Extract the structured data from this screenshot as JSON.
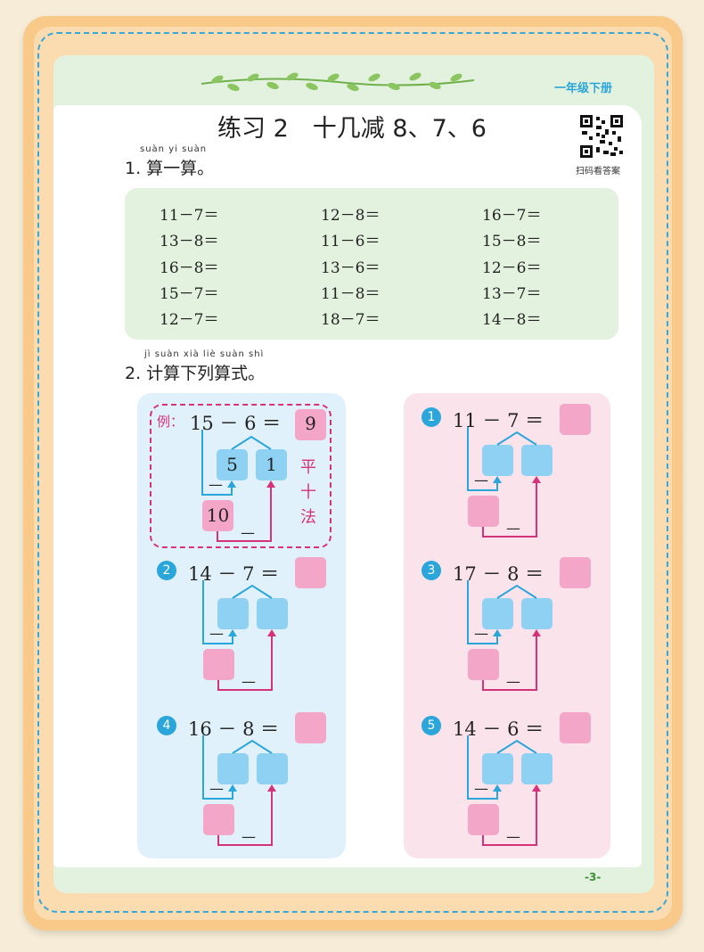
{
  "header": {
    "grade": "一年级下册",
    "title": "练习 2　十几减 8、7、6",
    "qr_label": "扫码看答案",
    "page_number": "-3-"
  },
  "section1": {
    "pinyin": "suàn  yi  suàn",
    "title": "1. 算一算。"
  },
  "section2": {
    "pinyin": "jì  suàn  xià   liè  suàn  shì",
    "title": "2. 计算下列算式。"
  },
  "calc_rows": [
    [
      "11－7＝",
      "12－8＝",
      "16－7＝"
    ],
    [
      "13－8＝",
      "11－6＝",
      "15－8＝"
    ],
    [
      "16－8＝",
      "13－6＝",
      "12－6＝"
    ],
    [
      "15－7＝",
      "11－8＝",
      "13－7＝"
    ],
    [
      "12－7＝",
      "18－7＝",
      "14－8＝"
    ]
  ],
  "example": {
    "label": "例：",
    "equation": "15 － 6 ＝",
    "answer": "9",
    "split_a": "5",
    "split_b": "1",
    "ten": "10",
    "minus1": "—",
    "minus2": "—",
    "method": [
      "平",
      "十",
      "法"
    ]
  },
  "problems": [
    {
      "badge": "1",
      "equation": "11 － 7 ＝",
      "minus1": "—",
      "minus2": "—"
    },
    {
      "badge": "2",
      "equation": "14 － 7 ＝",
      "minus1": "—",
      "minus2": "—"
    },
    {
      "badge": "3",
      "equation": "17 － 8 ＝",
      "minus1": "—",
      "minus2": "—"
    },
    {
      "badge": "4",
      "equation": "16 － 8 ＝",
      "minus1": "—",
      "minus2": "—"
    },
    {
      "badge": "5",
      "equation": "14 － 6 ＝",
      "minus1": "—",
      "minus2": "—"
    }
  ],
  "colors": {
    "blue_accent": "#2aa6da",
    "pink_accent": "#d6327a",
    "split_box": "#8fd1f3",
    "answer_box": "#f3a6c8",
    "green_panel": "#e3f1df"
  }
}
